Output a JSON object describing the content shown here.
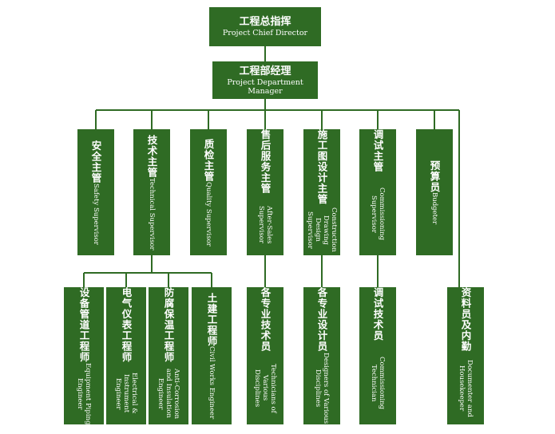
{
  "top": {
    "zh": "工程总指挥",
    "en": "Project Chief Director"
  },
  "manager": {
    "zh": "工程部经理",
    "en": "Project Department\nManager"
  },
  "supervisors": [
    {
      "zh": "安全主管",
      "en": "Safety Supervisor"
    },
    {
      "zh": "技术主管",
      "en": "Technical Supervisor"
    },
    {
      "zh": "质检主管",
      "en": "Quality Supervisor"
    },
    {
      "zh": "售后服务主管",
      "en": "After-Sales Supervisor"
    },
    {
      "zh": "施工图设计主管",
      "en": "Construction Drawing\nDesign Supervisor"
    },
    {
      "zh": "调试主管",
      "en": "Commissioning Supervisor"
    },
    {
      "zh": "预算员",
      "en": "Budgeter"
    }
  ],
  "engineers": [
    {
      "zh": "设备管道工程师",
      "en": "Equipment Piping Engineer"
    },
    {
      "zh": "电气仪表工程师",
      "en": "Electrical & Instrument Engineer"
    },
    {
      "zh": "防腐保温工程师",
      "en": "Anti-Corrosion and Insulation\nEngineer"
    },
    {
      "zh": "土建工程师",
      "en": "Civil Works Engineer"
    },
    {
      "zh": "各专业技术员",
      "en": "Technicians of Various\nDisciplines"
    },
    {
      "zh": "各专业设计员",
      "en": "Designers of Various Disciplines"
    },
    {
      "zh": "调试技术员",
      "en": "Commissioning Technician"
    },
    {
      "zh": "资料员及内勤",
      "en": "Documenter and Housekeeper"
    }
  ],
  "colors": {
    "box": "#2f6b24",
    "line": "#2f6b24",
    "text": "#ffffff"
  }
}
